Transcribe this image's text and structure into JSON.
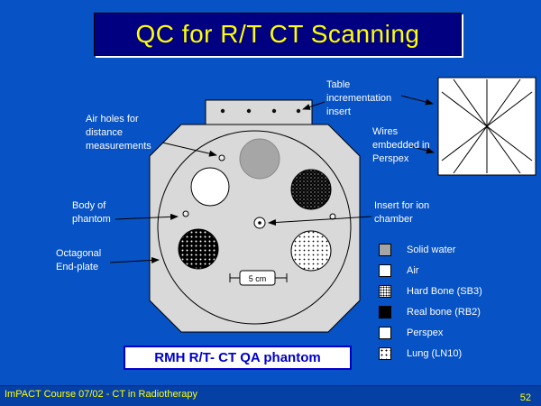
{
  "slide": {
    "title": "QC for R/T CT Scanning",
    "caption": "RMH R/T- CT QA phantom",
    "footer": "ImPACT Course 07/02 -  CT in Radiotherapy",
    "page_number": "52"
  },
  "labels": {
    "air_holes": "Air holes for distance measurements",
    "table_insert": "Table incrementation insert",
    "wires": "Wires embedded in Perspex",
    "body": "Body of phantom",
    "ion_chamber": "Insert for ion chamber",
    "end_plate": "Octagonal End-plate",
    "scale": "5 cm"
  },
  "legend": {
    "items": [
      {
        "label": "Solid water",
        "swatch": "solid-water"
      },
      {
        "label": "Air",
        "swatch": "air"
      },
      {
        "label": "Hard Bone (SB3)",
        "swatch": "hard-bone"
      },
      {
        "label": "Real bone (RB2)",
        "swatch": "real-bone"
      },
      {
        "label": "Perspex",
        "swatch": "perspex"
      },
      {
        "label": "Lung (LN10)",
        "swatch": "lung"
      }
    ]
  },
  "colors": {
    "background": "#0752C4",
    "title_background": "#000080",
    "title_text": "#FFFF00",
    "label_text": "#FFFFFF",
    "caption_text": "#0000C8",
    "footer_text": "#FFFF00",
    "phantom_body": "#D9D9D9",
    "solid_water_gray": "#A6A6A6"
  }
}
